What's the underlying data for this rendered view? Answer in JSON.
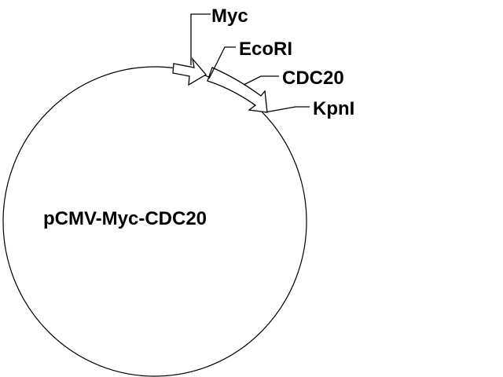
{
  "plasmid": {
    "name": "pCMV-Myc-CDC20"
  },
  "features": {
    "myc": {
      "label": "Myc"
    },
    "cdc20": {
      "label": "CDC20"
    }
  },
  "sites": {
    "ecori": {
      "label": "EcoRI"
    },
    "kpni": {
      "label": "KpnI"
    }
  },
  "colors": {
    "line": "#000000",
    "fill": "#ffffff",
    "background": "#ffffff"
  }
}
